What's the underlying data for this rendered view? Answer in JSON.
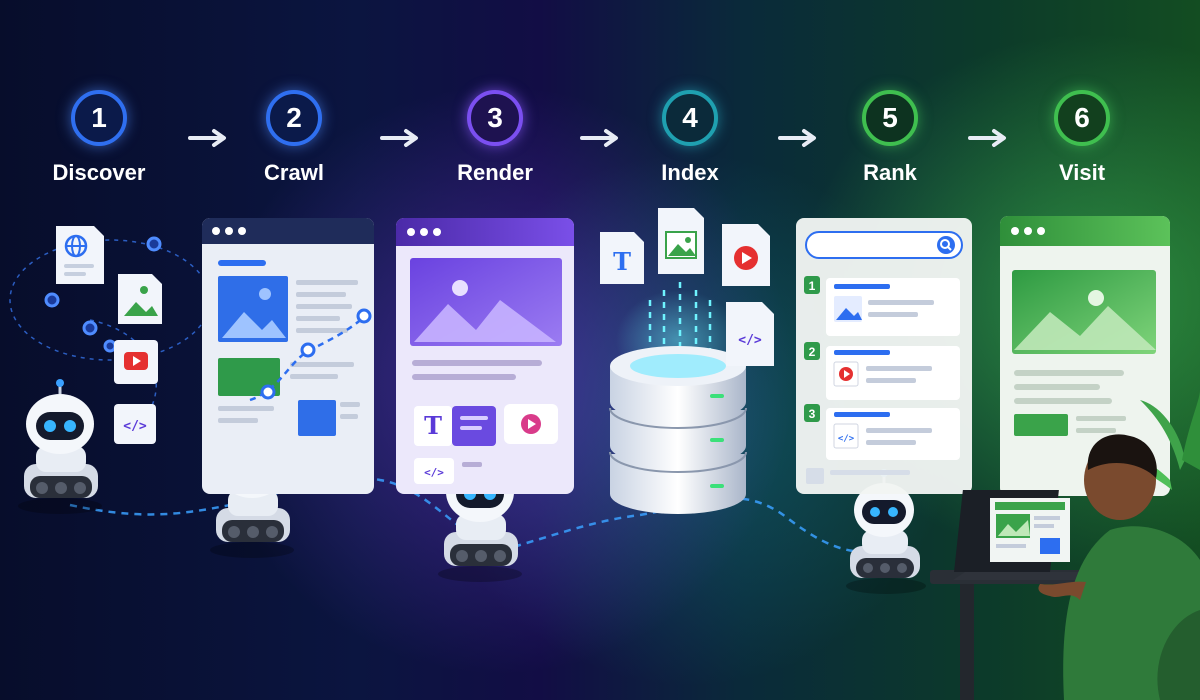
{
  "steps": [
    {
      "number": "1",
      "label": "Discover",
      "color": "#2f6ff0"
    },
    {
      "number": "2",
      "label": "Crawl",
      "color": "#2f6ff0"
    },
    {
      "number": "3",
      "label": "Render",
      "color": "#7b4ff0"
    },
    {
      "number": "4",
      "label": "Index",
      "color": "#1fa0b0"
    },
    {
      "number": "5",
      "label": "Rank",
      "color": "#3fbf4f"
    },
    {
      "number": "6",
      "label": "Visit",
      "color": "#3fbf4f"
    }
  ],
  "results": [
    {
      "rank": "1",
      "icon": "image-icon"
    },
    {
      "rank": "2",
      "icon": "video-icon"
    },
    {
      "rank": "3",
      "icon": "code-icon"
    }
  ],
  "render_card_letter": "T",
  "index_card_letter": "T",
  "code_glyph": "</>"
}
